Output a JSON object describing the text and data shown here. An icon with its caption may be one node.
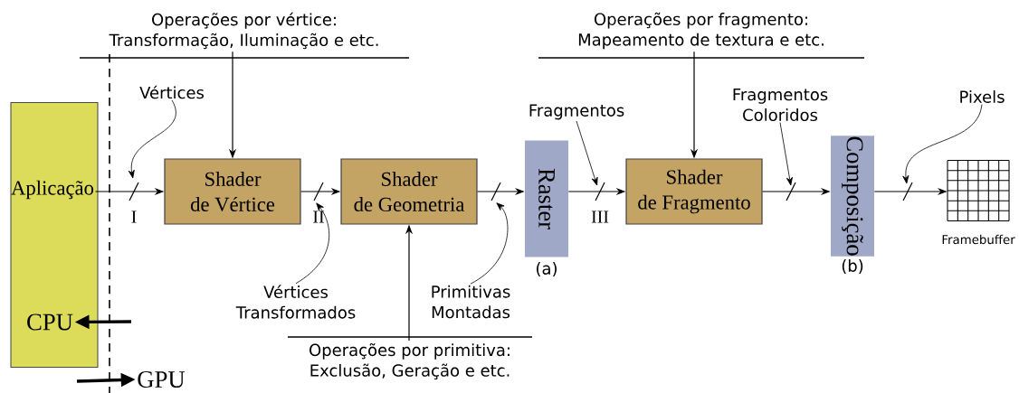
{
  "diagram": {
    "nodes": [
      {
        "text": [
          "Aplicação"
        ]
      },
      {
        "text": [
          "Shader de Vértice"
        ]
      },
      {
        "text": [
          "Shader de Geometria"
        ]
      },
      {
        "text": [
          "Raster"
        ],
        "beside": [
          "(a)"
        ]
      },
      {
        "text": [
          "Shader de Fragmento"
        ]
      },
      {
        "text": [
          "Composição"
        ],
        "beside": [
          "(b)"
        ]
      },
      {
        "text": [],
        "shape": "grid",
        "beside": [
          "Framebuffer"
        ]
      },
      {
        "text": [
          "Operações por vértice:",
          "Transformação, Iluminação e etc."
        ]
      },
      {
        "text": [
          "Operações por primitiva:",
          "Exclusão, Geração e etc."
        ]
      },
      {
        "text": [
          "Operações por fragmento:",
          "Mapeamento de textura e etc."
        ]
      },
      {
        "text": [
          "Vértices"
        ]
      },
      {
        "text": [
          "Vértices Transformados"
        ]
      },
      {
        "text": [
          "Primitivas Montadas"
        ]
      },
      {
        "text": [
          "Fragmentos"
        ]
      },
      {
        "text": [
          "Fragmentos Coloridos"
        ]
      },
      {
        "text": [
          "Pixels"
        ]
      },
      {
        "text": [
          "CPU"
        ],
        "in": 0
      },
      {
        "text": [
          "GPU"
        ]
      }
    ],
    "edges": [
      {
        "from": 0,
        "to": 1,
        "arrow": "to",
        "label": "I"
      },
      {
        "from": 1,
        "to": 2,
        "arrow": "to",
        "label": "II"
      },
      {
        "from": 2,
        "to": 3,
        "arrow": "to"
      },
      {
        "from": 3,
        "to": 4,
        "arrow": "to",
        "label": "III"
      },
      {
        "from": 4,
        "to": 5,
        "arrow": "to"
      },
      {
        "from": 5,
        "to": 6,
        "arrow": "to"
      },
      {
        "from": 7,
        "to": 1,
        "arrow": "to"
      },
      {
        "from": 8,
        "to": 2,
        "arrow": "to"
      },
      {
        "from": 9,
        "to": 4,
        "arrow": "to"
      },
      {
        "from": 10,
        "to": null,
        "arrow": "to"
      },
      {
        "from": 11,
        "to": null,
        "arrow": "to"
      },
      {
        "from": 12,
        "to": null,
        "arrow": "to"
      },
      {
        "from": 13,
        "to": null,
        "arrow": "to"
      },
      {
        "from": 14,
        "to": null,
        "arrow": "to"
      },
      {
        "from": 15,
        "to": null,
        "arrow": "to"
      },
      {
        "from": null,
        "to": 16,
        "arrow": "to",
        "style": "thick"
      },
      {
        "from": null,
        "to": 17,
        "arrow": "to",
        "style": "thick"
      }
    ]
  }
}
